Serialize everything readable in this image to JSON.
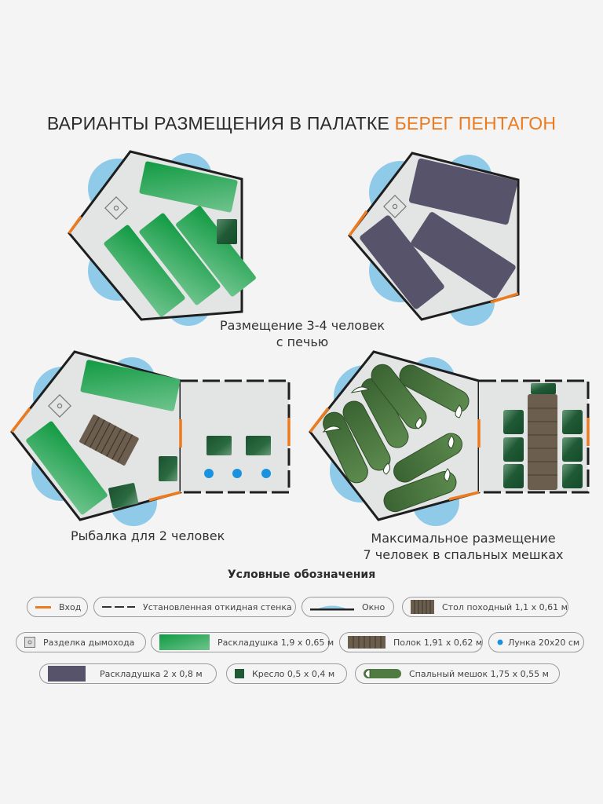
{
  "title": {
    "main": "ВАРИАНТЫ РАЗМЕЩЕНИЯ В ПАЛАТКЕ ",
    "accent": "БЕРЕГ ПЕНТАГОН",
    "accent_color": "#ec7a1f"
  },
  "layouts": [
    {
      "id": "layout-3-4-stove-cots",
      "caption_line1": "Размещение 3-4 человек",
      "caption_line2": "с печью",
      "items": [
        "4 раскладушки 1,9 x 0,65 м",
        "кресло",
        "разделка дымохода"
      ]
    },
    {
      "id": "layout-3-4-stove-wide-cots",
      "items": [
        "3 раскладушки 2 x 0,8 м",
        "разделка дымохода"
      ]
    },
    {
      "id": "layout-fishing",
      "caption": "Рыбалка для 2 человек",
      "items": [
        "2 раскладушки 1,9 x 0,65 м",
        "полок",
        "4 кресла",
        "3 лунки",
        "разделка дымохода"
      ]
    },
    {
      "id": "layout-max",
      "caption_line1": "Максимальное размещение",
      "caption_line2": "7 человек в спальных мешках",
      "items": [
        "7 спальных мешков",
        "стол походный",
        "7 кресел"
      ]
    }
  ],
  "legend": {
    "title": "Условные обозначения",
    "items": [
      {
        "icon": "entrance-line-icon",
        "label": "Вход"
      },
      {
        "icon": "dashed-wall-icon",
        "label": "Установленная откидная стенка"
      },
      {
        "icon": "window-icon",
        "label": "Окно"
      },
      {
        "icon": "camp-table-icon",
        "label": "Стол походный 1,1 x 0,61 м"
      },
      {
        "icon": "chimney-pass-icon",
        "label": "Разделка дымохода"
      },
      {
        "icon": "cot-green-icon",
        "label": "Раскладушка 1,9 x 0,65 м"
      },
      {
        "icon": "shelf-icon",
        "label": "Полок 1,91 x 0,62 м"
      },
      {
        "icon": "ice-hole-icon",
        "label": "Лунка 20x20 см"
      },
      {
        "icon": "cot-wide-icon",
        "label": "Раскладушка 2 x 0,8 м"
      },
      {
        "icon": "chair-icon",
        "label": "Кресло 0,5 x 0,4 м"
      },
      {
        "icon": "sleeping-bag-icon",
        "label": "Спальный мешок 1,75 x 0,55 м"
      }
    ]
  },
  "colors": {
    "background": "#f4f4f4",
    "floor": "#e3e4e4",
    "wall": "#1e1e1e",
    "entrance": "#ec7a1f",
    "window": "#8fcbe9",
    "cot_green": "#1f9a4a",
    "cot_wide": "#57536a",
    "chair": "#1f5a35",
    "table": "#6b5e4e",
    "bag": "#4f7a42",
    "hole": "#1a93de"
  }
}
